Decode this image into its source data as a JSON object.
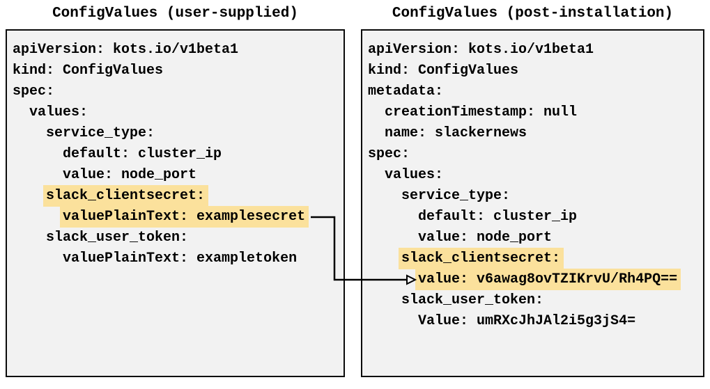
{
  "left_panel": {
    "title": "ConfigValues (user-supplied)",
    "lines": [
      {
        "indent": 0,
        "text": "apiVersion: kots.io/v1beta1",
        "highlight": false
      },
      {
        "indent": 0,
        "text": "kind: ConfigValues",
        "highlight": false
      },
      {
        "indent": 0,
        "text": "spec:",
        "highlight": false
      },
      {
        "indent": 1,
        "text": "values:",
        "highlight": false
      },
      {
        "indent": 2,
        "text": "service_type:",
        "highlight": false
      },
      {
        "indent": 3,
        "text": "default: cluster_ip",
        "highlight": false
      },
      {
        "indent": 3,
        "text": "value: node_port",
        "highlight": false
      },
      {
        "indent": 2,
        "text": "slack_clientsecret:",
        "highlight": true
      },
      {
        "indent": 3,
        "text": "valuePlainText: examplesecret",
        "highlight": true
      },
      {
        "indent": 2,
        "text": "slack_user_token:",
        "highlight": false
      },
      {
        "indent": 3,
        "text": "valuePlainText: exampletoken",
        "highlight": false
      }
    ]
  },
  "right_panel": {
    "title": "ConfigValues (post-installation)",
    "lines": [
      {
        "indent": 0,
        "text": "apiVersion: kots.io/v1beta1",
        "highlight": false
      },
      {
        "indent": 0,
        "text": "kind: ConfigValues",
        "highlight": false
      },
      {
        "indent": 0,
        "text": "metadata:",
        "highlight": false
      },
      {
        "indent": 1,
        "text": "creationTimestamp: null",
        "highlight": false
      },
      {
        "indent": 1,
        "text": "name: slackernews",
        "highlight": false
      },
      {
        "indent": 0,
        "text": "spec:",
        "highlight": false
      },
      {
        "indent": 1,
        "text": "values:",
        "highlight": false
      },
      {
        "indent": 2,
        "text": "service_type:",
        "highlight": false
      },
      {
        "indent": 3,
        "text": "default: cluster_ip",
        "highlight": false
      },
      {
        "indent": 3,
        "text": "value: node_port",
        "highlight": false
      },
      {
        "indent": 2,
        "text": "slack_clientsecret:",
        "highlight": true
      },
      {
        "indent": 3,
        "text": "value: v6awag8ovTZIKrvU/Rh4PQ==",
        "highlight": true
      },
      {
        "indent": 2,
        "text": "slack_user_token:",
        "highlight": false
      },
      {
        "indent": 3,
        "text": "Value: umRXcJhJAl2i5g3jS4=",
        "highlight": false
      }
    ]
  },
  "arrow": {
    "from": "valuePlainText: examplesecret",
    "to": "value: v6awag8ovTZIKrvU/Rh4PQ==",
    "color": "#000000"
  },
  "colors": {
    "page_bg": "#ffffff",
    "panel_bg": "#f2f2f2",
    "panel_border": "#0a0a0a",
    "highlight": "#fbe19c",
    "text": "#000000"
  }
}
